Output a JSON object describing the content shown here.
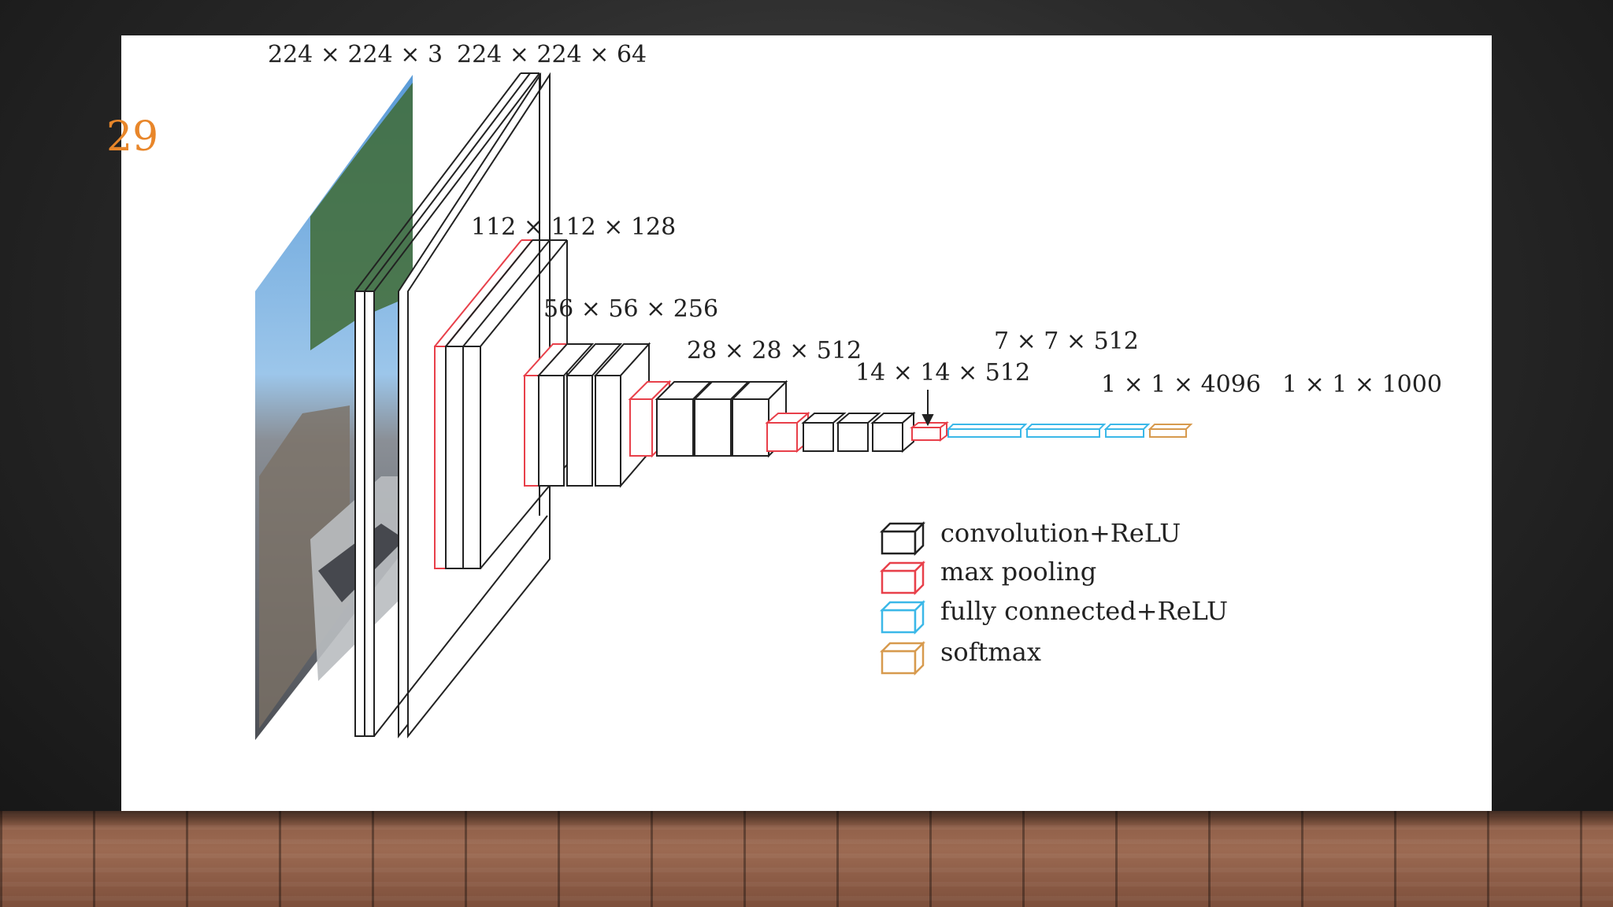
{
  "slide": {
    "number": "29"
  },
  "diagram": {
    "labels": {
      "input": "224 × 224 × 3",
      "conv1": "224 × 224 × 64",
      "conv2": "112 × 112 × 128",
      "conv3": "56 × 56 × 256",
      "conv4": "28 × 28 × 512",
      "conv5": "14 × 14 × 512",
      "pool5": "7 × 7 × 512",
      "fc": "1 × 1 × 4096",
      "softmax": "1 × 1 × 1000"
    },
    "legend": [
      {
        "label": "convolution+ReLU",
        "color": "#222222"
      },
      {
        "label": "max pooling",
        "color": "#e8404a"
      },
      {
        "label": "fully connected+ReLU",
        "color": "#3bb8e8"
      },
      {
        "label": "softmax",
        "color": "#d79a4e"
      }
    ]
  }
}
